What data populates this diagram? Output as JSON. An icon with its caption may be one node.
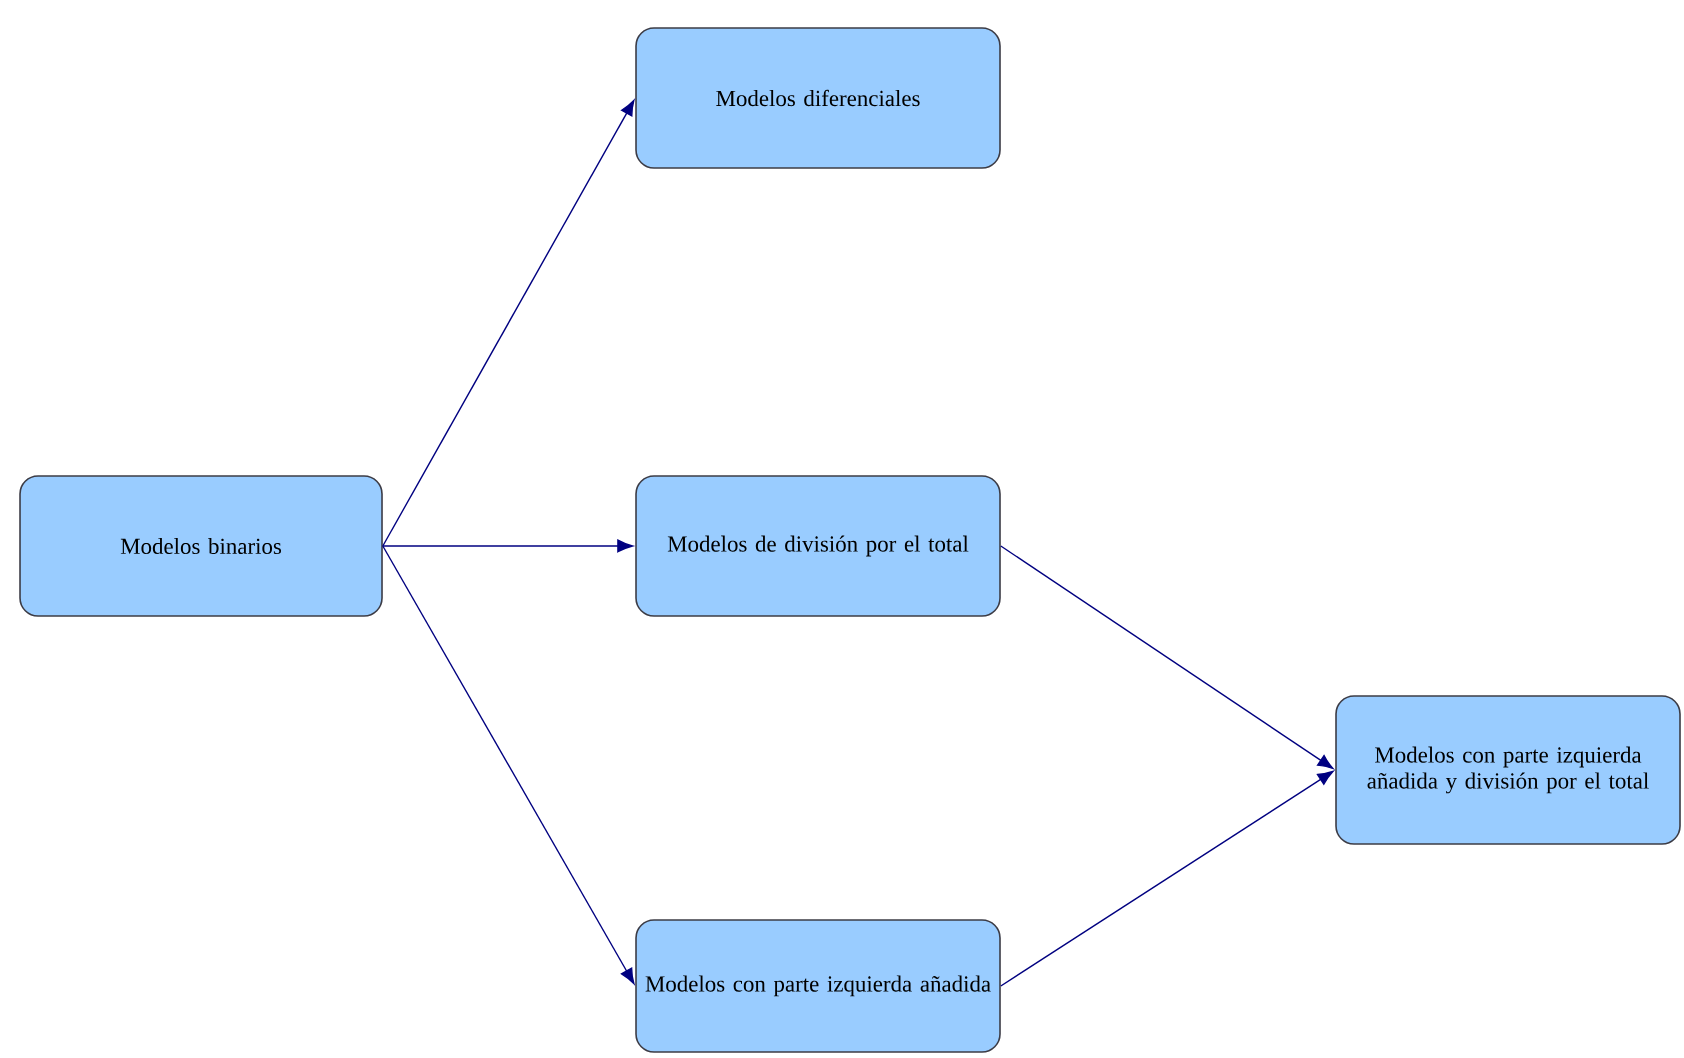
{
  "diagram": {
    "nodes": [
      {
        "text": [
          "Modelos binarios"
        ]
      },
      {
        "text": [
          "Modelos diferenciales"
        ]
      },
      {
        "text": [
          "Modelos de división por el total"
        ]
      },
      {
        "text": [
          "Modelos con parte izquierda añadida"
        ]
      },
      {
        "text": [
          "Modelos con parte izquierda añadida y división por el total"
        ]
      }
    ],
    "edges": [
      {
        "from": 0,
        "to": 1,
        "arrow": "to"
      },
      {
        "from": 0,
        "to": 2,
        "arrow": "to"
      },
      {
        "from": 0,
        "to": 3,
        "arrow": "to"
      },
      {
        "from": 2,
        "to": 4,
        "arrow": "to"
      },
      {
        "from": 3,
        "to": 4,
        "arrow": "to"
      }
    ]
  }
}
